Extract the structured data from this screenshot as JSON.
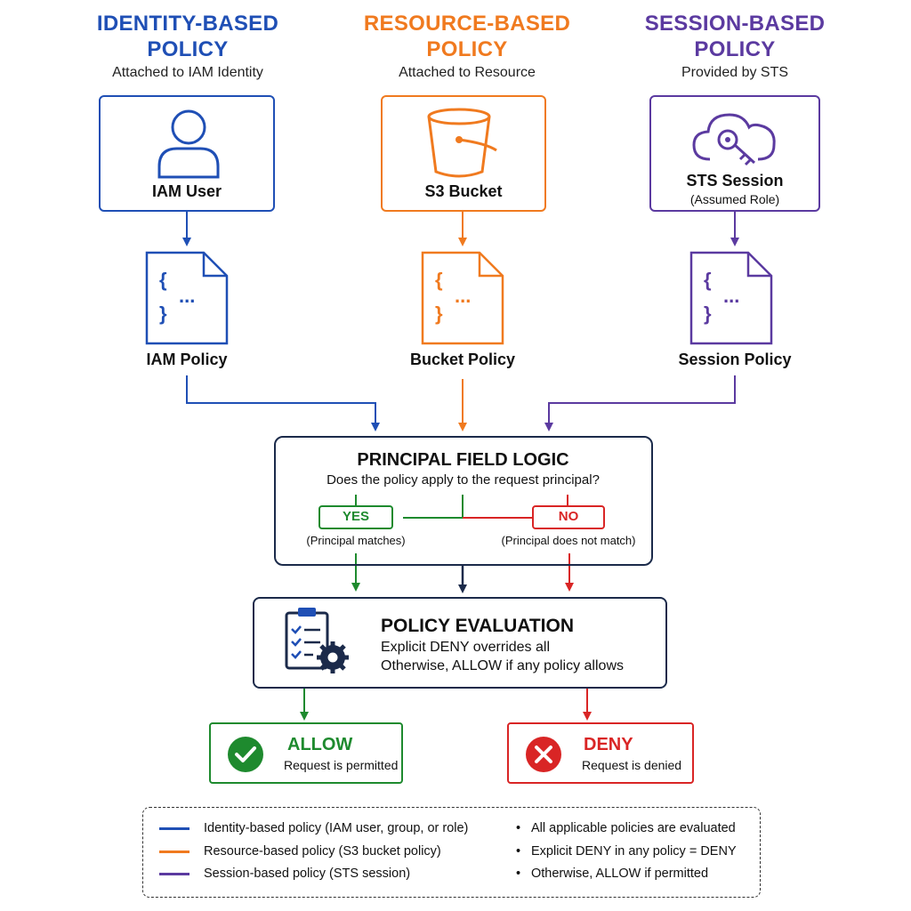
{
  "columns": {
    "identity": {
      "title_line1": "IDENTITY-BASED",
      "title_line2": "POLICY",
      "subtitle": "Attached to IAM Identity",
      "entity": "IAM User",
      "policy": "IAM Policy",
      "color": "#1f4fb5"
    },
    "resource": {
      "title_line1": "RESOURCE-BASED",
      "title_line2": "POLICY",
      "subtitle": "Attached to Resource",
      "entity": "S3 Bucket",
      "policy": "Bucket Policy",
      "color": "#f07a1f"
    },
    "session": {
      "title_line1": "SESSION-BASED",
      "title_line2": "POLICY",
      "subtitle": "Provided by STS",
      "entity": "STS Session",
      "entity_sub": "(Assumed Role)",
      "policy": "Session Policy",
      "color": "#5b3aa0"
    }
  },
  "doc_glyph": {
    "brace_open": "{",
    "dots": "...",
    "brace_close": "}"
  },
  "principal": {
    "title": "PRINCIPAL FIELD LOGIC",
    "question": "Does the policy apply to the request principal?",
    "yes": "YES",
    "yes_note": "(Principal matches)",
    "no": "NO",
    "no_note": "(Principal does not match)"
  },
  "evaluation": {
    "title": "POLICY EVALUATION",
    "line1": "Explicit DENY overrides all",
    "line2": "Otherwise, ALLOW if any policy allows"
  },
  "allow": {
    "title": "ALLOW",
    "sub": "Request is permitted",
    "color": "#1e8a2e"
  },
  "deny": {
    "title": "DENY",
    "sub": "Request is denied",
    "color": "#d92525"
  },
  "legend": {
    "left": [
      {
        "text": "Identity-based policy (IAM user, group, or role)",
        "color": "#1f4fb5"
      },
      {
        "text": "Resource-based policy (S3 bucket policy)",
        "color": "#f07a1f"
      },
      {
        "text": "Session-based policy (STS session)",
        "color": "#5b3aa0"
      }
    ],
    "bullet": "•",
    "right": [
      "All applicable policies are evaluated",
      "Explicit DENY in any policy = DENY",
      "Otherwise, ALLOW if permitted"
    ]
  },
  "colors": {
    "navy": "#1b2a4a",
    "green": "#1e8a2e",
    "red": "#d92525"
  }
}
